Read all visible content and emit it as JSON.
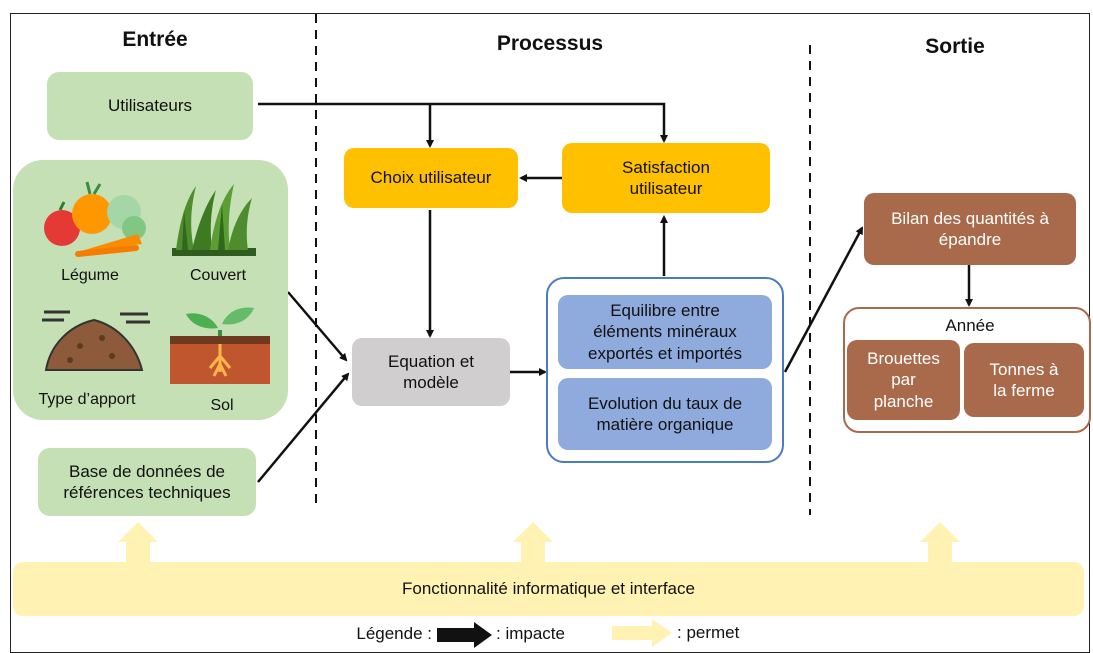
{
  "headers": {
    "entree": "Entrée",
    "processus": "Processus",
    "sortie": "Sortie"
  },
  "entree": {
    "utilisateurs": "Utilisateurs",
    "icons": {
      "legume": "Légume",
      "couvert": "Couvert",
      "type_apport": "Type d’apport",
      "sol": "Sol"
    },
    "base": [
      "Base de données de",
      "références techniques"
    ]
  },
  "processus": {
    "choix": "Choix utilisateur",
    "satisfaction": [
      "Satisfaction",
      "utilisateur"
    ],
    "equation": [
      "Equation et",
      "modèle"
    ],
    "equilibre": [
      "Equilibre entre",
      "éléments minéraux",
      "exportés et importés"
    ],
    "evolution": [
      "Evolution du taux de",
      "matière organique"
    ]
  },
  "sortie": {
    "bilan": [
      "Bilan des quantités à",
      "épandre"
    ],
    "annee": "Année",
    "brouettes": [
      "Brouettes",
      "par",
      "planche"
    ],
    "tonnes": [
      "Tonnes à",
      "la ferme"
    ]
  },
  "bottom": "Fonctionnalité informatique et interface",
  "legend": {
    "title": "Légende :",
    "impacte": ": impacte",
    "permet": ": permet"
  },
  "colors": {
    "green": "#c5e0b4",
    "yellow": "#ffc000",
    "grey": "#d0cece",
    "blue": "#8faadc",
    "brown": "#a9694b",
    "light_yellow": "#fff2b3"
  }
}
